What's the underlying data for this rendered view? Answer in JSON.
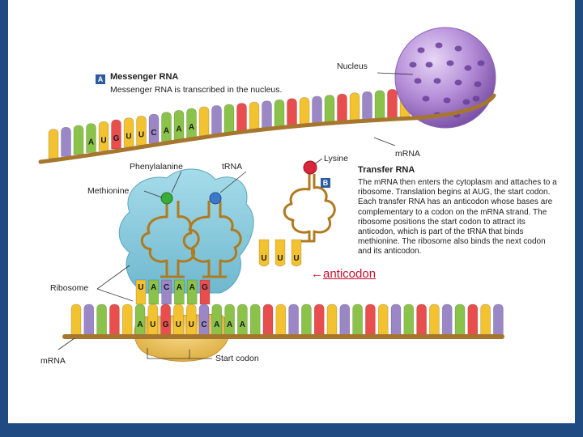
{
  "labels": {
    "nucleus": "Nucleus",
    "mrna_top": "mRNA",
    "lysine": "Lysine",
    "trna": "tRNA",
    "phenylalanine": "Phenylalanine",
    "methionine": "Methionine",
    "ribosome": "Ribosome",
    "mrna_bottom": "mRNA",
    "start_codon": "Start codon"
  },
  "panel_a": {
    "badge": "A",
    "title": "Messenger RNA",
    "text": "Messenger RNA is transcribed in the nucleus."
  },
  "panel_b": {
    "badge": "B",
    "title": "Transfer RNA",
    "text": "The mRNA then enters the cytoplasm and attaches to a ribosome. Translation begins at AUG, the start codon. Each transfer RNA has an anticodon whose bases are complementary to a codon on the mRNA strand. The ribosome positions the start codon to attract its anticodon, which is part of the tRNA that binds methionine. The ribosome also binds the next codon and its anticodon."
  },
  "anticodon_label": {
    "arrow": "←",
    "text": "anticodon"
  },
  "top_strand_bases": [
    "A",
    "U",
    "G",
    "U",
    "U",
    "C",
    "A",
    "A",
    "A"
  ],
  "bottom_strand_bases": [
    "A",
    "U",
    "G",
    "U",
    "U",
    "C",
    "A",
    "A",
    "A"
  ],
  "anticodon_met": [
    "U",
    "A",
    "C"
  ],
  "anticodon_phe": [
    "A",
    "A",
    "G"
  ],
  "anticodon_lys": [
    "U",
    "U",
    "U"
  ],
  "colors": {
    "border": "#1f4a82",
    "base_a": "#8bc34a",
    "base_u": "#f2c230",
    "base_g": "#e94e4e",
    "base_c": "#9b86c6",
    "backbone": "#a7762e",
    "nucleus": "#b58ed8",
    "ribosome": "#8fcfe0",
    "anticodon_text": "#c8102e"
  }
}
